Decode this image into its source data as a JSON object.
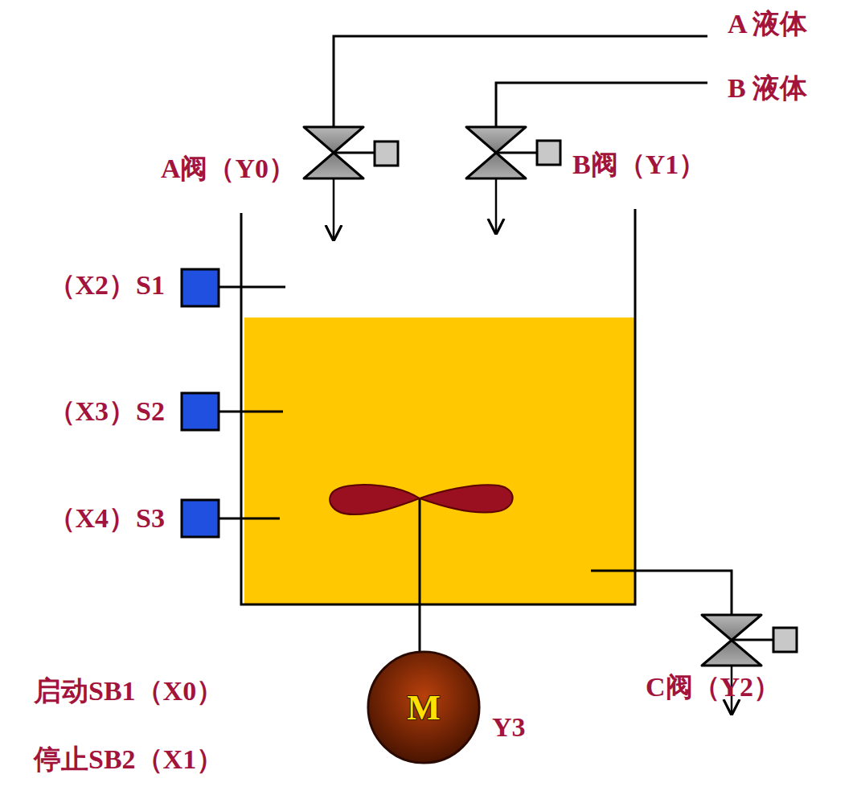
{
  "diagram": {
    "nodes": [
      {
        "text": [
          "M"
        ]
      }
    ],
    "labels": [
      "A 液体",
      "B 液体",
      "A阀（Y0）",
      "B阀（Y1）",
      "（X2）S1",
      "（X3）S2",
      "（X4）S3",
      "启动SB1（X0）",
      "停止SB2（X1）",
      "Y3",
      "C阀（Y2）"
    ]
  }
}
